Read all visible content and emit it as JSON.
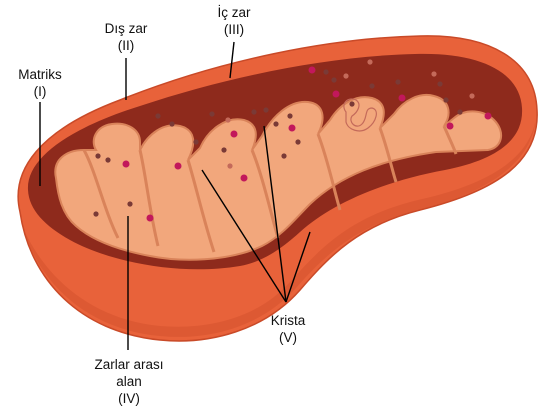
{
  "labels": {
    "matrix": {
      "name": "Matriks",
      "numeral": "(I)"
    },
    "outer_membrane": {
      "name": "Dış zar",
      "numeral": "(II)"
    },
    "inner_membrane": {
      "name": "İç zar",
      "numeral": "(III)"
    },
    "cristae": {
      "name": "Krista",
      "numeral": "(V)"
    },
    "intermembrane_space": {
      "line1": "Zarlar arası",
      "line2": "alan",
      "numeral": "(IV)"
    }
  },
  "colors": {
    "outer_membrane": "#e8623a",
    "outer_membrane_dark": "#c94a28",
    "matrix_cavity": "#8e2a1c",
    "inner_membrane": "#f2a77c",
    "inner_membrane_edge": "#d9835a",
    "granule_dark": "#7a3a36",
    "granule_magenta": "#c2185b",
    "granule_light": "#c46a5a"
  }
}
